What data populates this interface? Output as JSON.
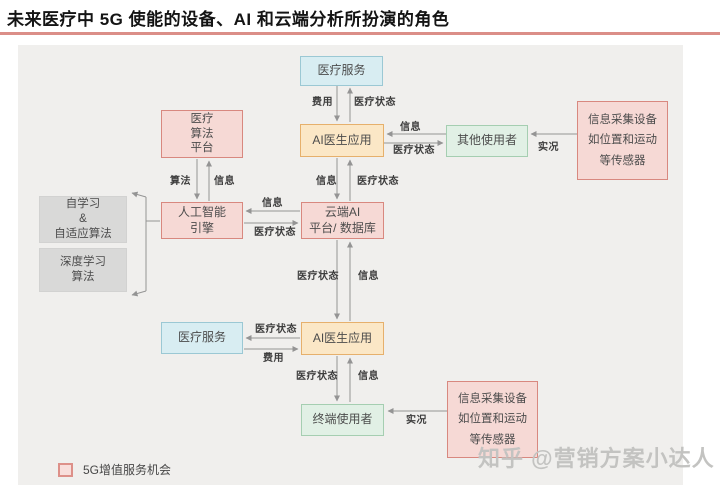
{
  "title": "未来医疗中 5G 使能的设备、AI 和云端分析所扮演的角色",
  "nodes": {
    "medical_service": "医疗服务",
    "ai_doctor_app": "AI医生应用",
    "other_users": "其他使用者",
    "info_sensors": "信息采集设备\n如位置和运动\n等传感器",
    "medical_algorithm_platform": "医疗\n算法\n平台",
    "ai_engine": "人工智能\n引擎",
    "cloud_ai": "云端AI\n平台/ 数据库",
    "self_learning": "自学习\n&\n自适应算法",
    "deep_learning": "深度学习\n算法",
    "end_users": "终端使用者"
  },
  "labels": {
    "fee": "费用",
    "medical_status": "医疗状态",
    "info": "信息",
    "algorithm": "算法",
    "live": "实况"
  },
  "legend": {
    "label": "5G增值服务机会",
    "swatch_color": "#f6d9d5"
  },
  "watermark": "知乎 @营销方案小达人",
  "colors": {
    "pink_fill": "#f6d9d5",
    "pink_border": "#d8887f",
    "blue_fill": "#d8edf2",
    "blue_border": "#9bc8d4",
    "orange_fill": "#fbe7c6",
    "orange_border": "#e6b06c",
    "green_fill": "#e1f0e5",
    "green_border": "#a5ceb1",
    "gray_fill": "#d9d9d8",
    "panel_bg": "#f0efed",
    "title_underline": "#db8e88",
    "connector": "#949494"
  }
}
